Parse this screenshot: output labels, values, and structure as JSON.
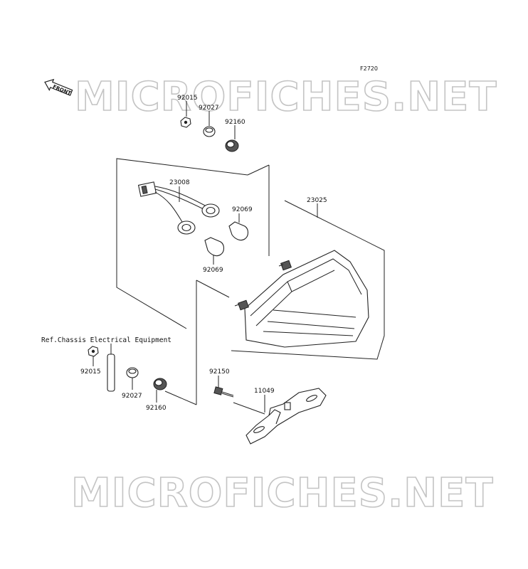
{
  "figure_id": "F2720",
  "front_label": "FRONT",
  "watermark": "MICROFICHES.NET",
  "reference_note": "Ref.Chassis Electrical Equipment",
  "parts": [
    {
      "id": "p1",
      "number": "92015"
    },
    {
      "id": "p2",
      "number": "92027"
    },
    {
      "id": "p3",
      "number": "92160"
    },
    {
      "id": "p4",
      "number": "23008"
    },
    {
      "id": "p5",
      "number": "92069"
    },
    {
      "id": "p6",
      "number": "92069"
    },
    {
      "id": "p7",
      "number": "23025"
    },
    {
      "id": "p8",
      "number": "92015"
    },
    {
      "id": "p9",
      "number": "92027"
    },
    {
      "id": "p10",
      "number": "92160"
    },
    {
      "id": "p11",
      "number": "92150"
    },
    {
      "id": "p12",
      "number": "11049"
    }
  ]
}
